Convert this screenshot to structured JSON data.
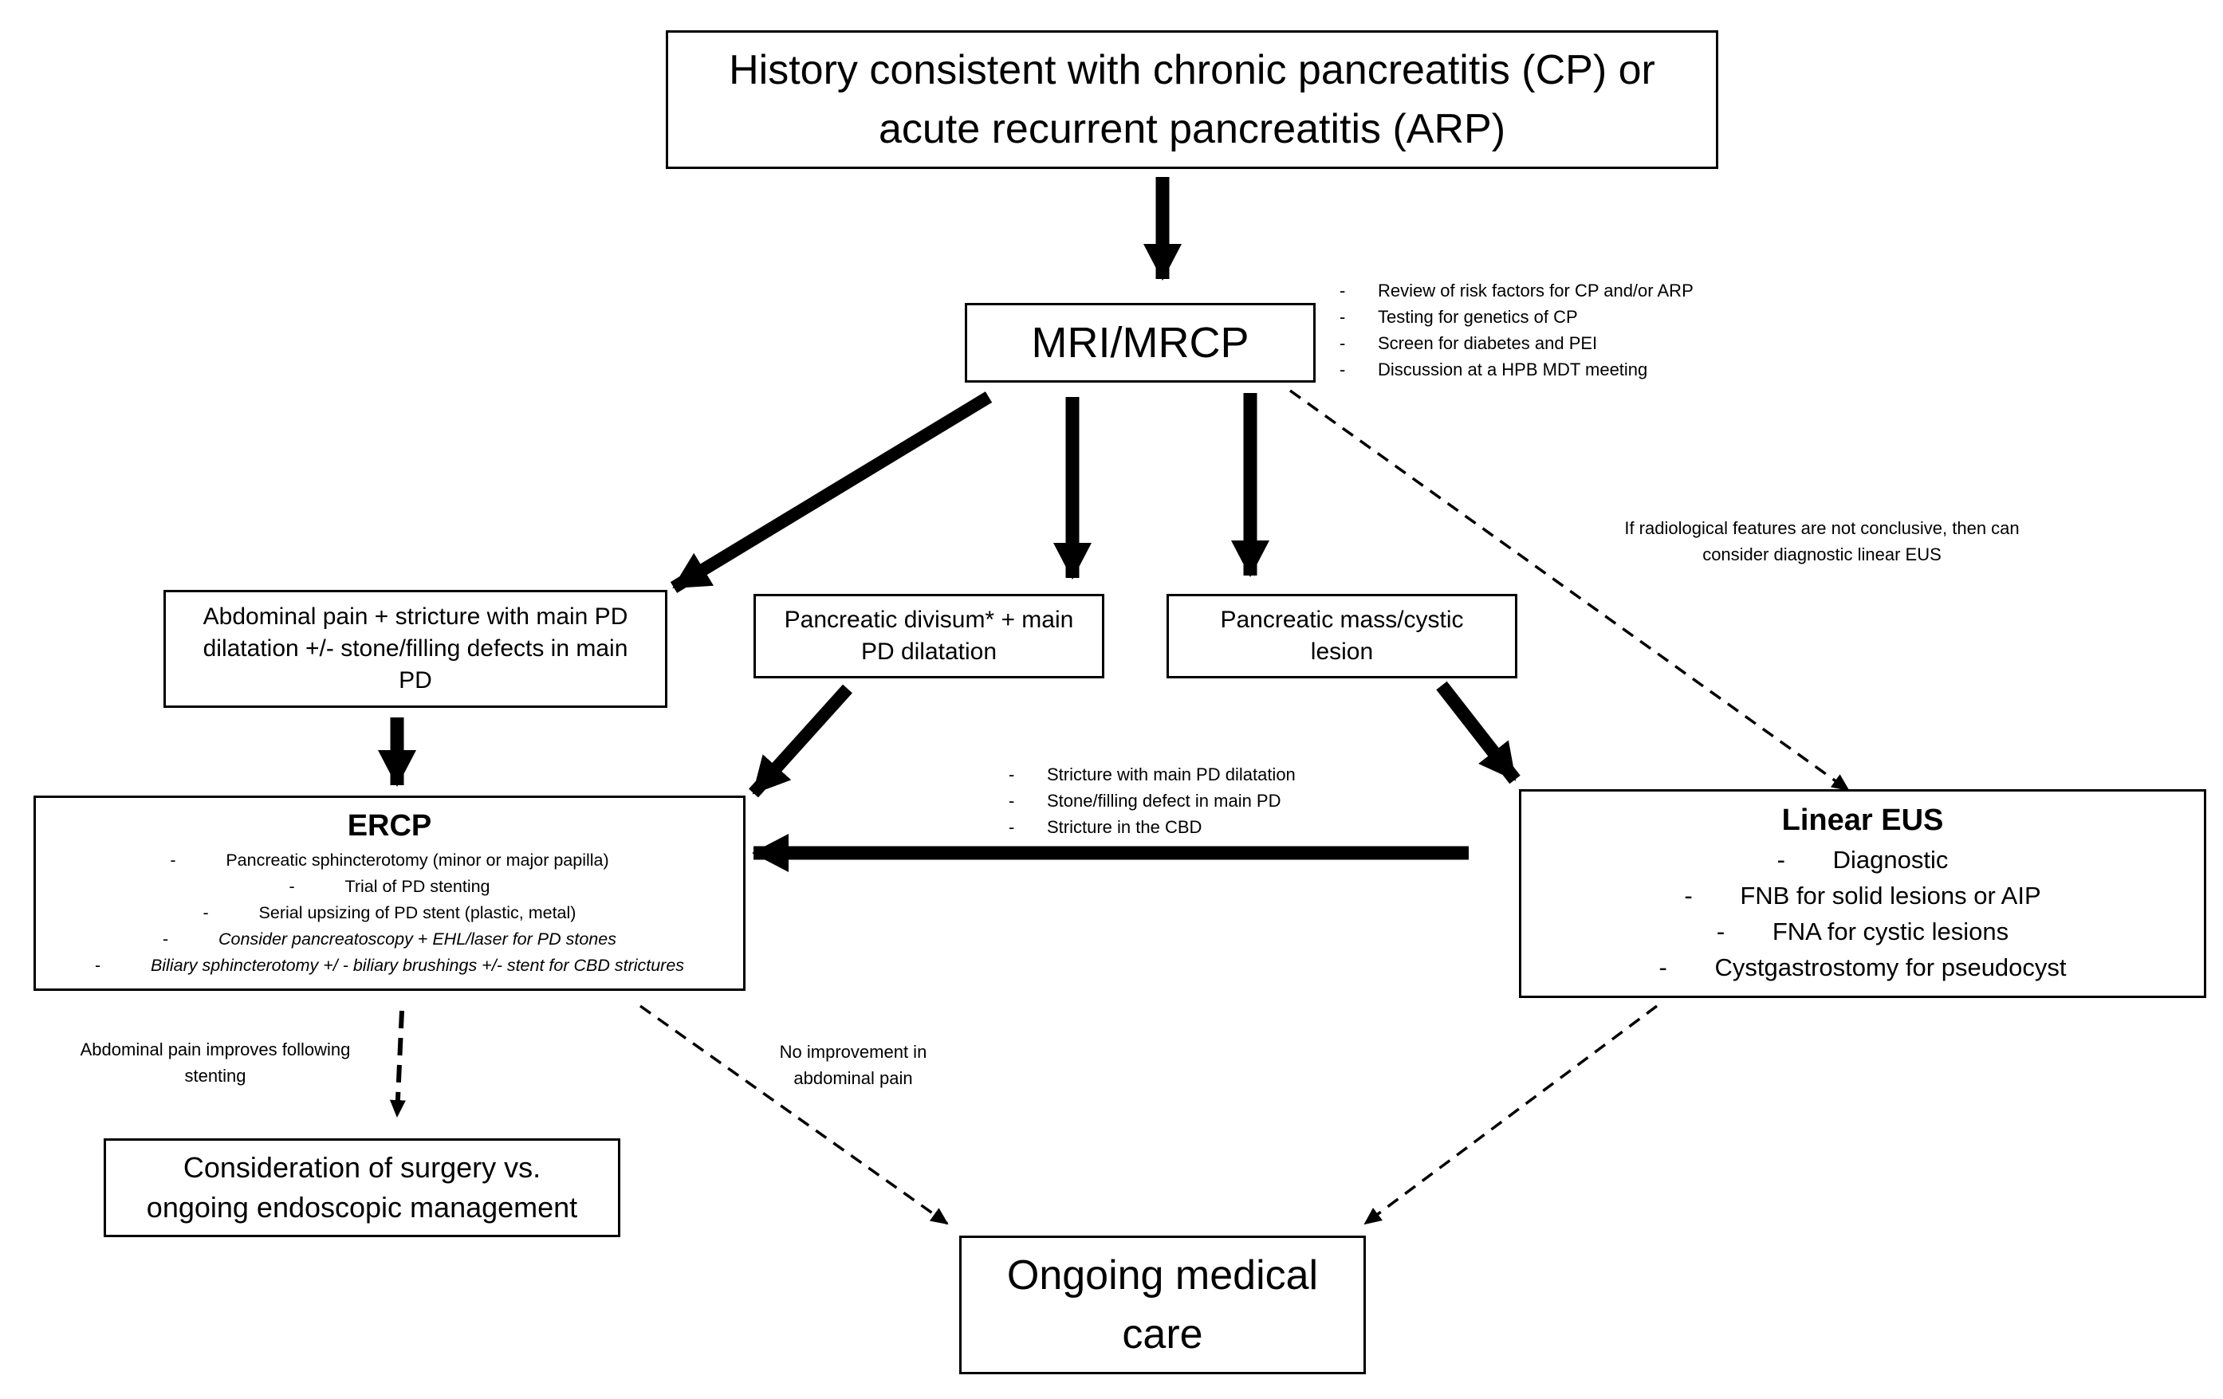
{
  "boxes": {
    "history": {
      "lines": [
        "History consistent with chronic pancreatitis (CP) or",
        "acute recurrent pancreatitis (ARP)"
      ]
    },
    "mri": {
      "label": "MRI/MRCP"
    },
    "abdominal": {
      "lines": [
        "Abdominal pain + stricture with main PD",
        "dilatation +/- stone/filling defects in main",
        "PD"
      ]
    },
    "divisum": {
      "lines": [
        "Pancreatic divisum* + main",
        "PD dilatation"
      ]
    },
    "mass": {
      "lines": [
        "Pancreatic mass/cystic",
        "lesion"
      ]
    },
    "ercp": {
      "title": "ERCP",
      "items": [
        {
          "dash": "-",
          "text": "Pancreatic sphincterotomy (minor or major papilla)",
          "italic": false
        },
        {
          "dash": "-",
          "text": "Trial of PD stenting",
          "italic": false
        },
        {
          "dash": "-",
          "text": "Serial upsizing of PD stent (plastic, metal)",
          "italic": false
        },
        {
          "dash": "-",
          "text": "Consider pancreatoscopy + EHL/laser for PD stones",
          "italic": true
        },
        {
          "dash": "-",
          "text": "Biliary sphincterotomy +/ - biliary brushings +/- stent for CBD strictures",
          "italic": true
        }
      ]
    },
    "eus": {
      "title": "Linear EUS",
      "items": [
        {
          "dash": "-",
          "text": "Diagnostic"
        },
        {
          "dash": "-",
          "text": "FNB for solid lesions or AIP"
        },
        {
          "dash": "-",
          "text": "FNA for cystic lesions"
        },
        {
          "dash": "-",
          "text": "Cystgastrostomy for pseudocyst"
        }
      ]
    },
    "surgery": {
      "lines": [
        "Consideration of surgery vs.",
        "ongoing endoscopic management"
      ]
    },
    "ongoing": {
      "lines": [
        "Ongoing medical",
        "care"
      ]
    }
  },
  "notes": {
    "review": {
      "items": [
        {
          "dash": "-",
          "text": "Review of risk factors for CP and/or ARP"
        },
        {
          "dash": "-",
          "text": "Testing for genetics of CP"
        },
        {
          "dash": "-",
          "text": "Screen for diabetes and PEI"
        },
        {
          "dash": "-",
          "text": "Discussion at a HPB MDT meeting"
        }
      ]
    },
    "radiological": {
      "lines": [
        "If radiological features are not conclusive, then can",
        "consider diagnostic linear EUS"
      ]
    },
    "stricture": {
      "items": [
        {
          "dash": "-",
          "text": "Stricture with main PD dilatation"
        },
        {
          "dash": "-",
          "text": "Stone/filling defect in main PD"
        },
        {
          "dash": "-",
          "text": "Stricture in the CBD"
        }
      ]
    },
    "pain_improves": {
      "lines": [
        "Abdominal pain improves following",
        "stenting"
      ]
    },
    "no_improvement": {
      "lines": [
        "No improvement in",
        "abdominal pain"
      ]
    }
  },
  "colors": {
    "line": "#000000",
    "background": "#ffffff"
  }
}
